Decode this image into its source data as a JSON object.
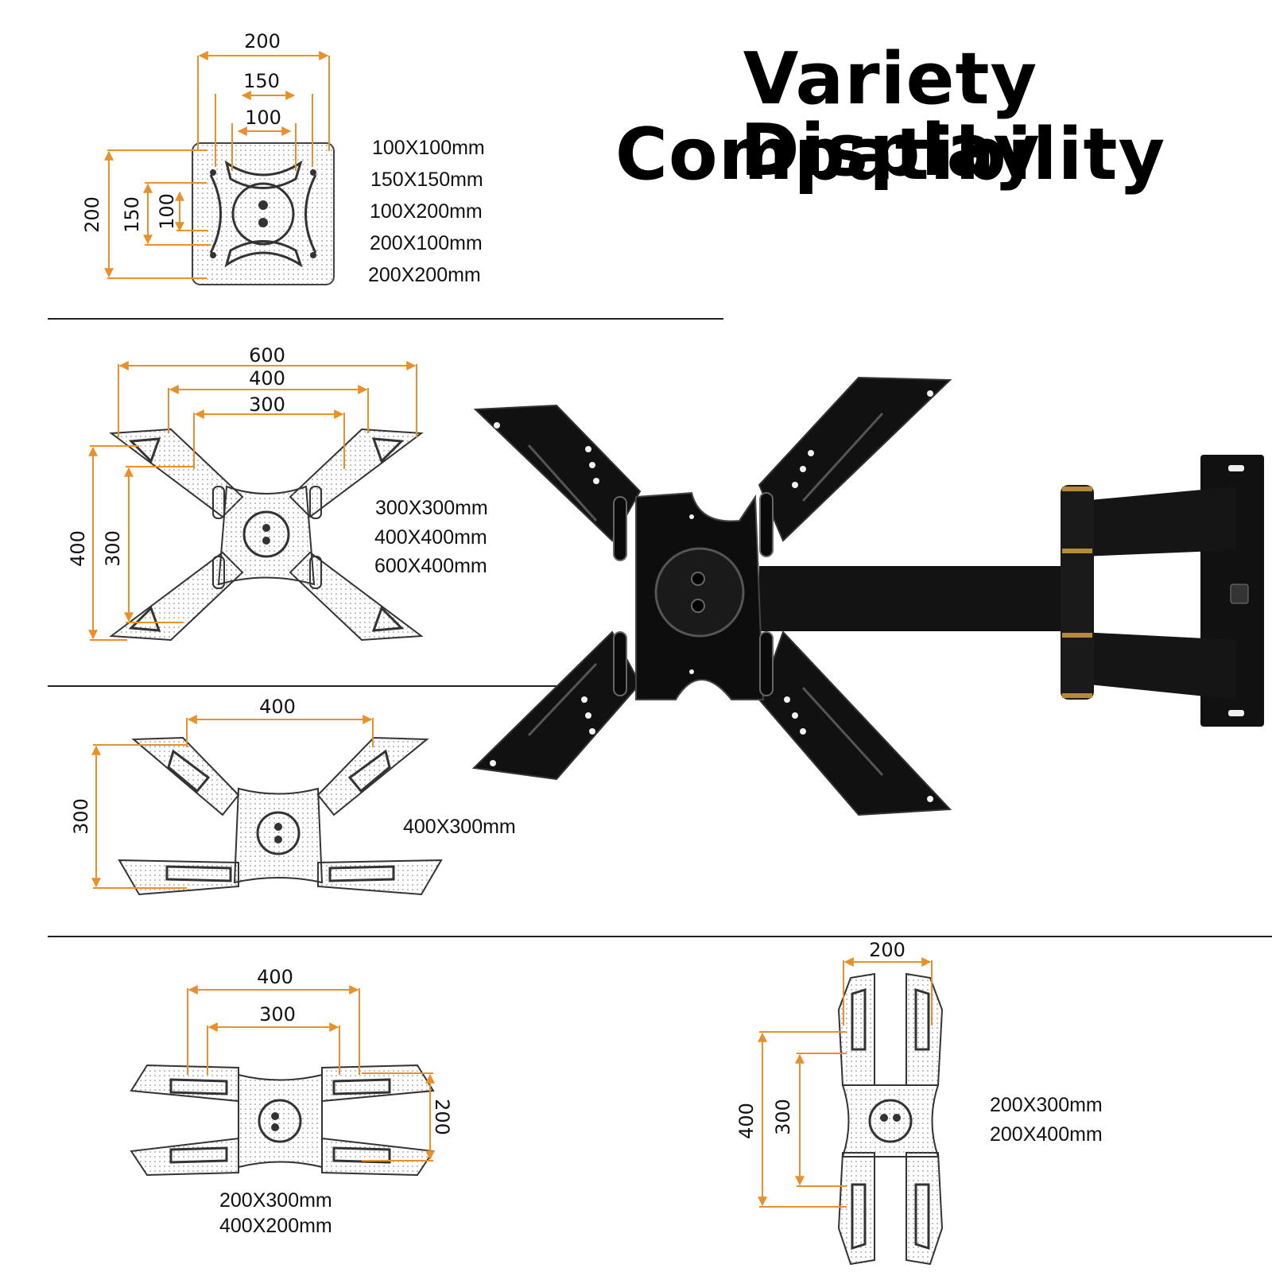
{
  "title": {
    "line1": "Variety Display",
    "line2": "Compatibility"
  },
  "sections": [
    {
      "id": "small",
      "specs": [
        "100X100mm",
        "150X150mm",
        "100X200mm",
        "200X100mm",
        "200X200mm"
      ],
      "horizontal_dims": [
        "200",
        "150",
        "100"
      ],
      "vertical_dims": [
        "200",
        "150",
        "100"
      ]
    },
    {
      "id": "x-large",
      "specs": [
        "300X300mm",
        "400X400mm",
        "600X400mm"
      ],
      "horizontal_dims": [
        "600",
        "400",
        "300"
      ],
      "vertical_dims": [
        "400",
        "300"
      ]
    },
    {
      "id": "wide-300",
      "specs": [
        "400X300mm"
      ],
      "horizontal_dims": [
        "400"
      ],
      "vertical_dims": [
        "300"
      ]
    },
    {
      "id": "wide-200",
      "specs": [
        "200X300mm",
        "400X200mm"
      ],
      "horizontal_dims": [
        "400",
        "300"
      ],
      "vertical_dims": [
        "200"
      ]
    },
    {
      "id": "tall",
      "specs": [
        "200X300mm",
        "200X400mm"
      ],
      "horizontal_dims": [
        "200"
      ],
      "vertical_dims": [
        "400",
        "300"
      ]
    }
  ],
  "colors": {
    "dimension_line": "#E8902A",
    "product": "#111111",
    "sketch": "#555555",
    "separator": "#222222"
  }
}
